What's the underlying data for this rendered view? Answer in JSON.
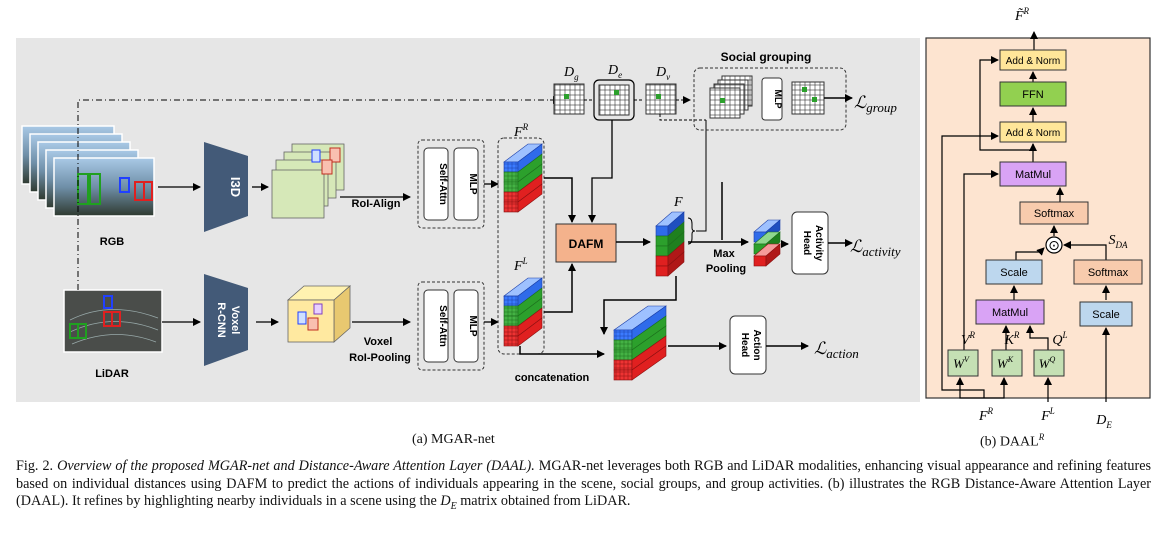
{
  "panel_a": {
    "inputs": {
      "rgb": "RGB",
      "lidar": "LiDAR"
    },
    "backbones": {
      "i3d": "I3D",
      "voxel_line1": "Voxel",
      "voxel_line2": "R-CNN"
    },
    "ops": {
      "roi_align": "RoI-Align",
      "voxel_roi_line1": "Voxel",
      "voxel_roi_line2": "RoI-Pooling",
      "self_attn": "Self-Attn",
      "mlp": "MLP",
      "dafm": "DAFM",
      "max_line1": "Max",
      "max_line2": "Pooling",
      "concatenation": "concatenation",
      "social_grouping": "Social grouping",
      "activity_head_line1": "Activity",
      "activity_head_line2": "Head",
      "action_head_line1": "Action",
      "action_head_line2": "Head"
    },
    "symbols": {
      "fr_base": "F",
      "fr_sup": "R",
      "fl_base": "F",
      "fl_sup": "L",
      "f": "F",
      "dg_base": "D",
      "dg_sub": "g",
      "de_base": "D",
      "de_sub": "e",
      "dv_base": "D",
      "dv_sub": "v"
    },
    "losses": {
      "group_sym": "ℒ",
      "group_sub": "group",
      "activity_sym": "ℒ",
      "activity_sub": "activity",
      "action_sym": "ℒ",
      "action_sub": "action"
    },
    "caption": "(a) MGAR-net"
  },
  "panel_b": {
    "blocks": {
      "add_norm_top": "Add & Norm",
      "ffn": "FFN",
      "add_norm_mid": "Add & Norm",
      "matmul_top": "MatMul",
      "softmax_center": "Softmax",
      "scale_left": "Scale",
      "softmax_right": "Softmax",
      "matmul_bottom": "MatMul",
      "scale_right": "Scale",
      "odot": "⊙"
    },
    "symbols": {
      "out_base": "F̃",
      "out_sup": "R",
      "sda_base": "S",
      "sda_sub": "DA",
      "v_base": "V",
      "v_sup": "R",
      "k_base": "K",
      "k_sup": "R",
      "q_base": "Q",
      "q_sup": "L",
      "wv_base": "W",
      "wv_sup": "V",
      "wk_base": "W",
      "wk_sup": "K",
      "wq_base": "W",
      "wq_sup": "Q",
      "fr_base": "F",
      "fr_sup": "R",
      "fl_base": "F",
      "fl_sup": "L",
      "de_base": "D",
      "de_sub": "E"
    },
    "caption_base": "(b) DAAL",
    "caption_sup": "R"
  },
  "caption": {
    "lead": "Fig. 2.",
    "italic": "Overview of the proposed MGAR-net and Distance-Aware Attention Layer (DAAL).",
    "body1": "MGAR-net leverages both RGB and LiDAR modalities, enhancing visual appearance and refining features based on individual distances using DAFM to predict the actions of individuals appearing in the scene, social groups, and group activities. (b) illustrates the RGB Distance-Aware Attention Layer (DAAL). It refines by highlighting nearby individuals in a scene using the",
    "sym_base": "D",
    "sym_sub": "E",
    "body2": "matrix obtained from LiDAR."
  },
  "colors": {
    "panel_a_bg": "#e6e6e6",
    "panel_b_bg": "#fde4d0",
    "dafm": "#f4b28c",
    "backbone": "#435a78",
    "green_block": "#d6e8b8",
    "ffn": "#92d050",
    "add_norm": "#ffe699",
    "matmul": "#d9a3f5",
    "softmax": "#f8cbad",
    "scale": "#bdd7ee",
    "weight": "#c5e0b4",
    "blue_feat": "#2f6bea",
    "green_feat": "#2ca02c",
    "red_feat": "#e02020"
  }
}
